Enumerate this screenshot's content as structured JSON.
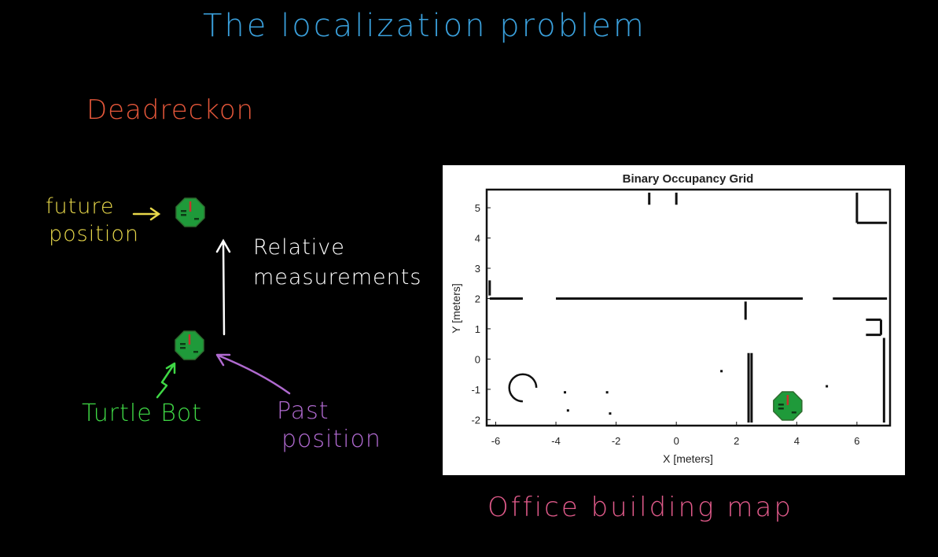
{
  "title": "The localization problem",
  "section_label": "Deadreckon",
  "labels": {
    "future_line1": "future",
    "future_line2": "position",
    "relative_line1": "Relative",
    "relative_line2": "measurements",
    "turtlebot": "Turtle Bot",
    "past_line1": "Past",
    "past_line2": "position"
  },
  "map_caption": "Office building map",
  "colors": {
    "title": "#3aa0dc",
    "section": "#e5573a",
    "future": "#e8d84a",
    "relative": "#ffffff",
    "turtlebot": "#3fd845",
    "past": "#b06ad0",
    "caption": "#e05a8a",
    "robot_body": "#1f9a3a"
  },
  "icons": [
    "robot-icon",
    "arrow-icon"
  ],
  "chart_data": {
    "type": "occupancy-grid",
    "title": "Binary Occupancy Grid",
    "xlabel": "X [meters]",
    "ylabel": "Y [meters]",
    "xlim": [
      -6.3,
      7.1
    ],
    "ylim": [
      -2.2,
      5.6
    ],
    "xticks": [
      -6,
      -4,
      -2,
      0,
      2,
      4,
      6
    ],
    "yticks": [
      -2,
      -1,
      0,
      1,
      2,
      3,
      4,
      5
    ],
    "robot_position": [
      3.7,
      -1.55
    ],
    "walls": [
      [
        [
          -6.2,
          2.0
        ],
        [
          -5.1,
          2.0
        ]
      ],
      [
        [
          -4.0,
          2.0
        ],
        [
          4.2,
          2.0
        ]
      ],
      [
        [
          5.2,
          2.0
        ],
        [
          7.0,
          2.0
        ]
      ],
      [
        [
          2.4,
          0.2
        ],
        [
          2.4,
          -2.1
        ]
      ],
      [
        [
          2.5,
          0.2
        ],
        [
          2.5,
          -2.1
        ]
      ],
      [
        [
          2.3,
          1.9
        ],
        [
          2.3,
          1.3
        ]
      ],
      [
        [
          6.3,
          1.3
        ],
        [
          6.8,
          1.3
        ]
      ],
      [
        [
          6.3,
          0.8
        ],
        [
          6.8,
          0.8
        ]
      ],
      [
        [
          6.8,
          1.3
        ],
        [
          6.8,
          0.8
        ]
      ],
      [
        [
          6.0,
          5.5
        ],
        [
          6.0,
          4.5
        ]
      ],
      [
        [
          6.0,
          4.5
        ],
        [
          7.0,
          4.5
        ]
      ],
      [
        [
          -0.9,
          5.5
        ],
        [
          -0.9,
          5.1
        ]
      ],
      [
        [
          0.0,
          5.5
        ],
        [
          0.0,
          5.1
        ]
      ],
      [
        [
          -6.2,
          2.6
        ],
        [
          -6.2,
          2.1
        ]
      ],
      [
        [
          6.9,
          0.7
        ],
        [
          6.9,
          -2.1
        ]
      ]
    ],
    "specks": [
      [
        -3.7,
        -1.1
      ],
      [
        -3.6,
        -1.7
      ],
      [
        -2.3,
        -1.1
      ],
      [
        -2.2,
        -1.8
      ],
      [
        1.5,
        -0.4
      ],
      [
        5.0,
        -0.9
      ]
    ],
    "circle": {
      "cx": -5.1,
      "cy": -0.95,
      "r": 0.45
    }
  }
}
